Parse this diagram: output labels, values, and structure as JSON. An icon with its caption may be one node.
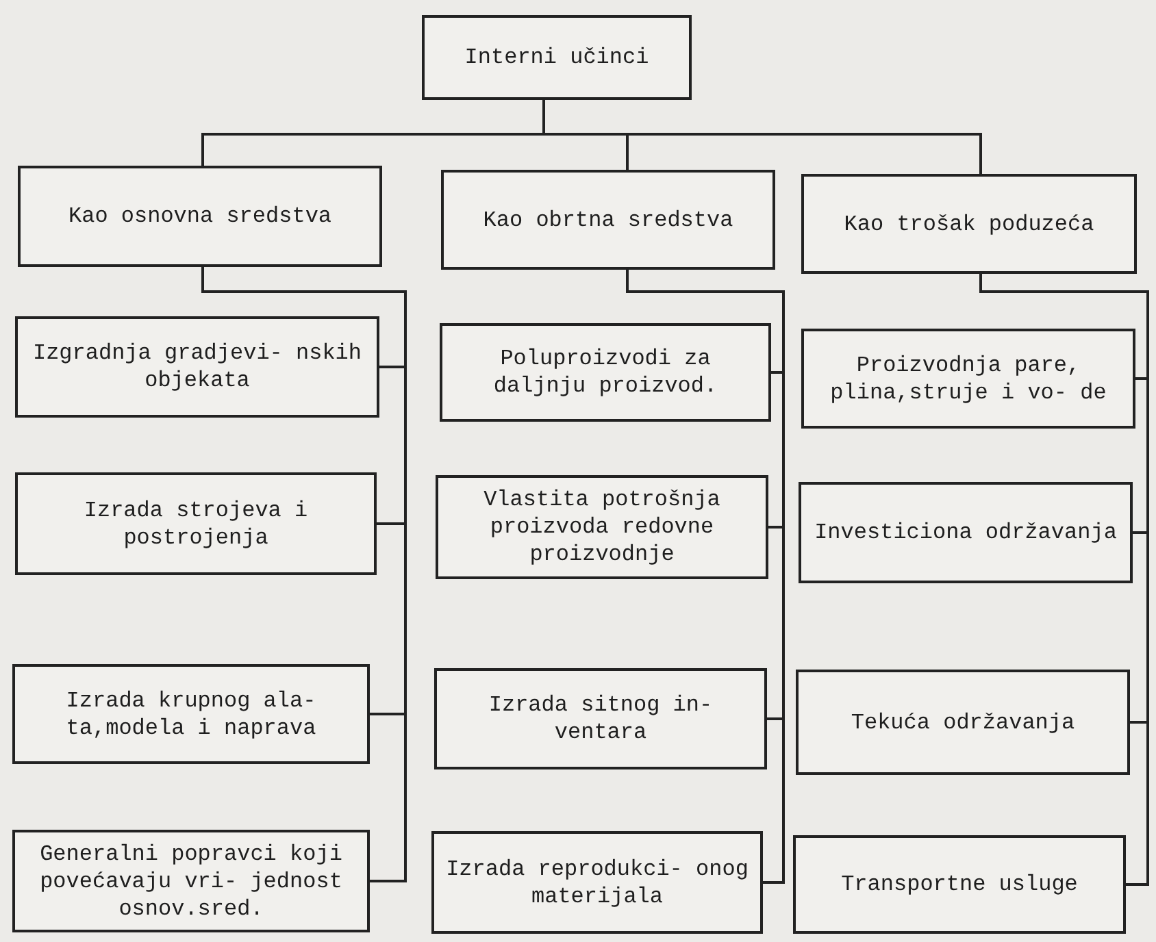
{
  "diagram": {
    "nodes": [
      {
        "text": [
          "Interni učinci"
        ]
      },
      {
        "text": [
          "Kao osnovna sredstva"
        ]
      },
      {
        "text": [
          "Kao obrtna sredstva"
        ]
      },
      {
        "text": [
          "Kao trošak poduzeća"
        ]
      },
      {
        "text": [
          "Izgradnja gradjevi- nskih objekata"
        ]
      },
      {
        "text": [
          "Izrada strojeva i postrojenja"
        ]
      },
      {
        "text": [
          "Izrada krupnog ala- ta,modela i naprava"
        ]
      },
      {
        "text": [
          "Generalni popravci koji povećavaju vri- jednost osnov.sred."
        ]
      },
      {
        "text": [
          "Poluproizvodi za daljnju proizvod."
        ]
      },
      {
        "text": [
          "Vlastita potrošnja proizvoda redovne proizvodnje"
        ]
      },
      {
        "text": [
          "Izrada sitnog in- ventara"
        ]
      },
      {
        "text": [
          "Izrada reprodukci- onog materijala"
        ]
      },
      {
        "text": [
          "Proizvodnja pare, plina,struje i vo- de"
        ]
      },
      {
        "text": [
          "Investiciona održavanja"
        ]
      },
      {
        "text": [
          "Tekuća održavanja"
        ]
      },
      {
        "text": [
          "Transportne usluge"
        ]
      }
    ],
    "edges": [
      {
        "from": 0,
        "to": 1,
        "arrow": "none"
      },
      {
        "from": 0,
        "to": 2,
        "arrow": "none"
      },
      {
        "from": 0,
        "to": 3,
        "arrow": "none"
      },
      {
        "from": 1,
        "to": 4,
        "arrow": "none"
      },
      {
        "from": 1,
        "to": 5,
        "arrow": "none"
      },
      {
        "from": 1,
        "to": 6,
        "arrow": "none"
      },
      {
        "from": 1,
        "to": 7,
        "arrow": "none"
      },
      {
        "from": 2,
        "to": 8,
        "arrow": "none"
      },
      {
        "from": 2,
        "to": 9,
        "arrow": "none"
      },
      {
        "from": 2,
        "to": 10,
        "arrow": "none"
      },
      {
        "from": 2,
        "to": 11,
        "arrow": "none"
      },
      {
        "from": 3,
        "to": 12,
        "arrow": "none"
      },
      {
        "from": 3,
        "to": 13,
        "arrow": "none"
      },
      {
        "from": 3,
        "to": 14,
        "arrow": "none"
      },
      {
        "from": 3,
        "to": 15,
        "arrow": "none"
      }
    ]
  }
}
